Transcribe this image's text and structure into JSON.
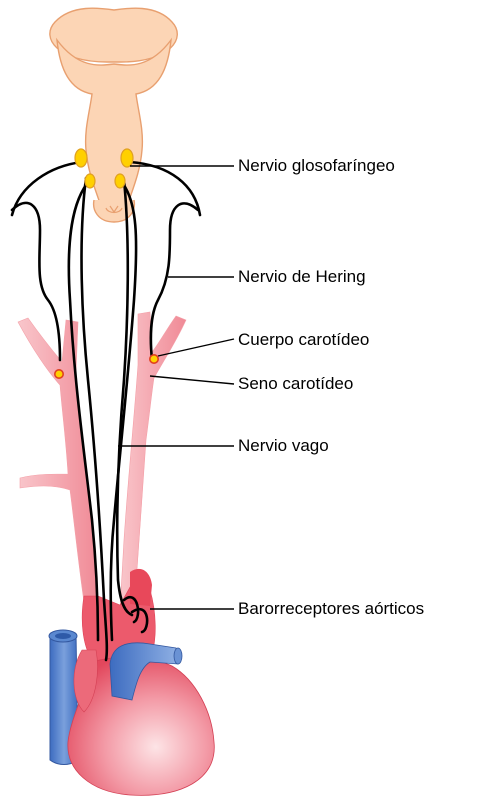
{
  "labels": {
    "glossopharyngeal": "Nervio glosofaríngeo",
    "hering": "Nervio de Hering",
    "carotid_body": "Cuerpo carotídeo",
    "carotid_sinus": "Seno carotídeo",
    "vagus": "Nervio vago",
    "aortic_baroreceptors": "Barorreceptores aórticos"
  },
  "colors": {
    "brain_fill": "#fcd5b5",
    "brain_stroke": "#e8a070",
    "artery_light": "#f7b8be",
    "artery_dark": "#e8485a",
    "vein": "#4a78c0",
    "nerve": "#000000",
    "receptor_fill": "#ffd000",
    "receptor_stroke": "#e04020"
  }
}
